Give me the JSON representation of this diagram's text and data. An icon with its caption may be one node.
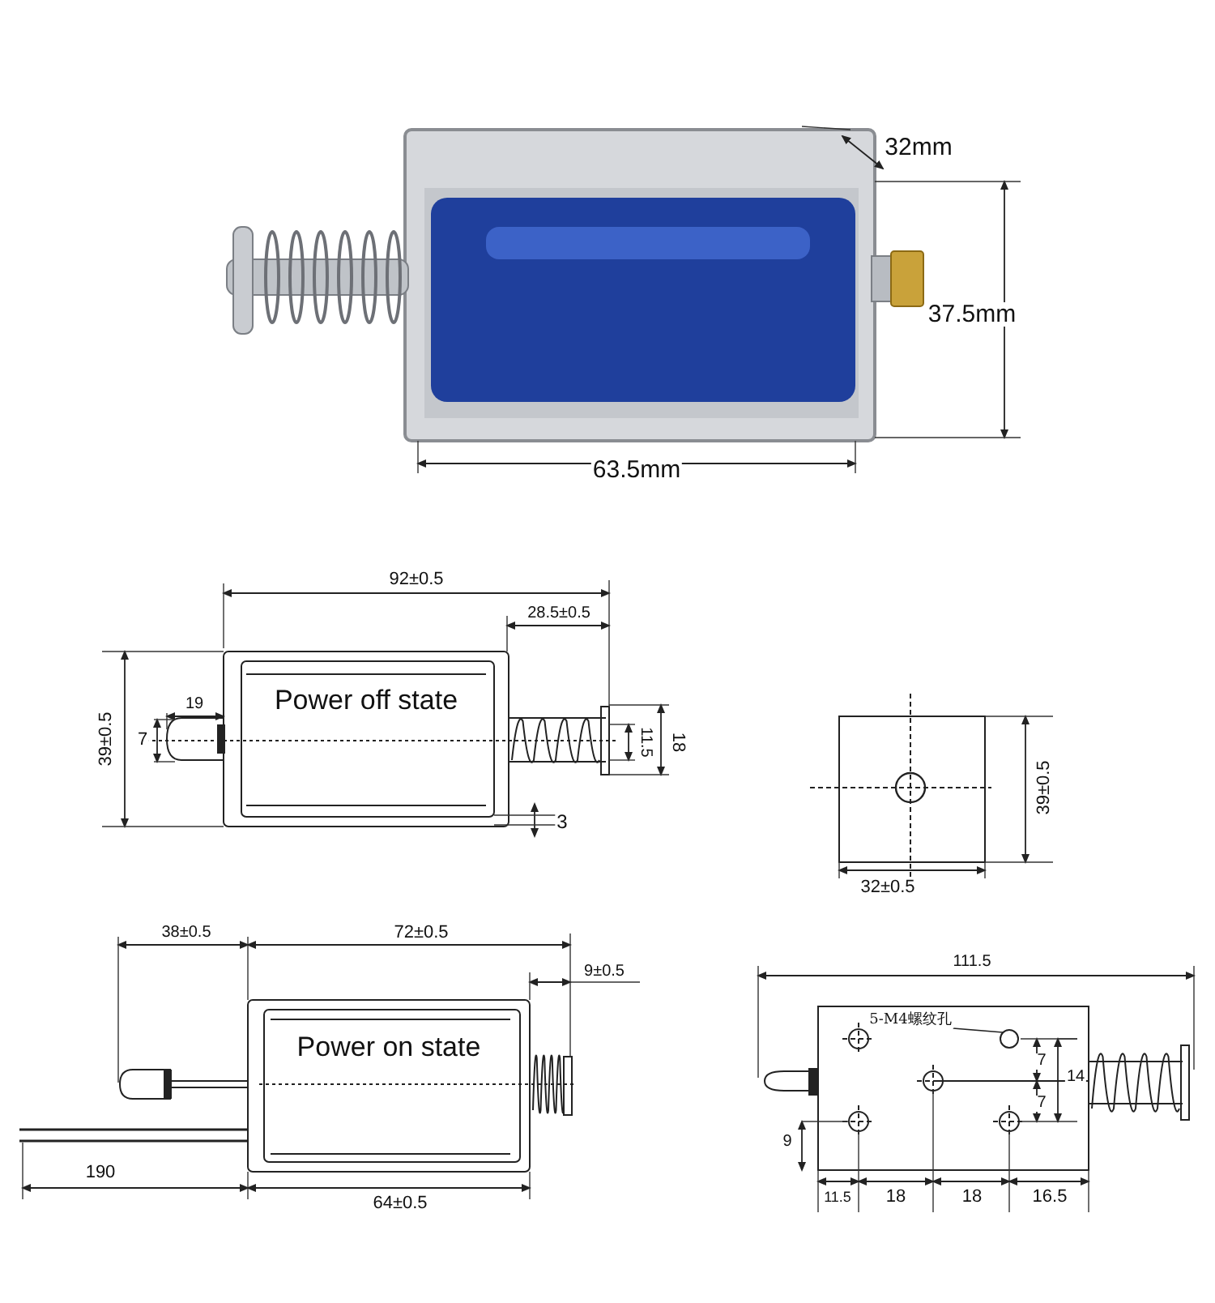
{
  "diagram": {
    "nodes": [
      {
        "text": [
          "5-M4螺纹孔"
        ]
      },
      {
        "text": [],
        "shape": "circle"
      }
    ],
    "edges": [
      {
        "from": 0,
        "to": 1,
        "arrow": "none"
      }
    ],
    "labels": [
      "32mm",
      "37.5mm",
      "63.5mm",
      "92±0.5",
      "28.5±0.5",
      "Power off state",
      "39±0.5",
      "19",
      "7",
      "11.5",
      "18",
      "3",
      "39±0.5",
      "32±0.5",
      "38±0.5",
      "72±0.5",
      "9±0.5",
      "Power on state",
      "190",
      "64±0.5",
      "111.5",
      "7",
      "14",
      "7",
      "9",
      "11.5",
      "18",
      "18",
      "16.5"
    ]
  }
}
